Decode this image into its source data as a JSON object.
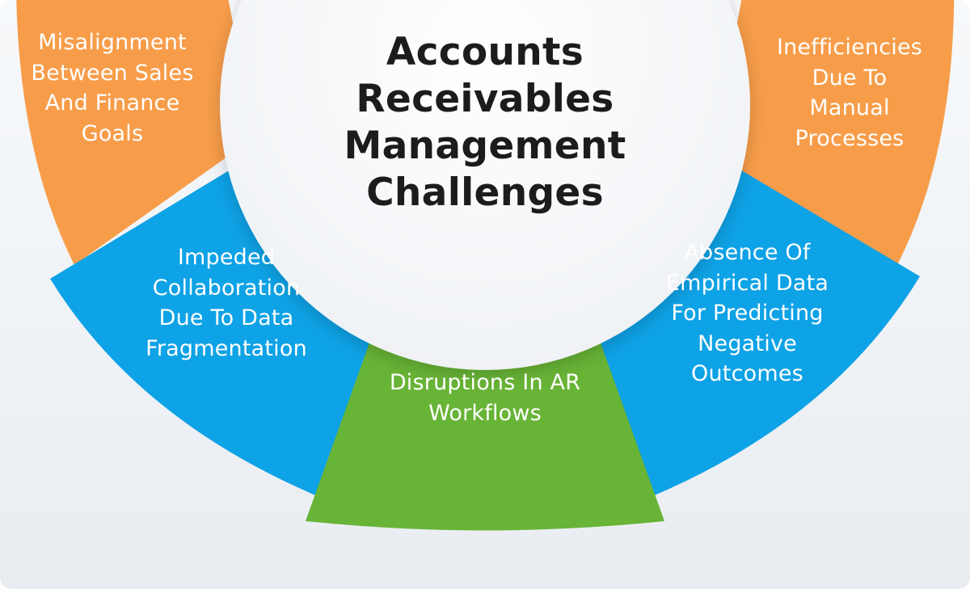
{
  "title": "Accounts\nReceivables\nManagement\nChallenges",
  "colors": {
    "orange": "#f79d4a",
    "blue": "#0ea2e6",
    "green": "#68b436",
    "center_circle": "#f4f6f9",
    "title_text": "#1c1c1c",
    "label_text": "#ffffff"
  },
  "segments": [
    {
      "id": "top-left",
      "color": "orange",
      "label": "Misalignment\nBetween Sales\nAnd Finance\nGoals"
    },
    {
      "id": "top-right",
      "color": "orange",
      "label": "Inefficiencies\nDue To\nManual\nProcesses"
    },
    {
      "id": "mid-left",
      "color": "blue",
      "label": "Impeded\nCollaboration\nDue To Data\nFragmentation"
    },
    {
      "id": "mid-right",
      "color": "blue",
      "label": "Absence Of\nEmpirical Data\nFor Predicting\nNegative\nOutcomes"
    },
    {
      "id": "bottom",
      "color": "green",
      "label": "Disruptions In AR\nWorkflows"
    }
  ]
}
